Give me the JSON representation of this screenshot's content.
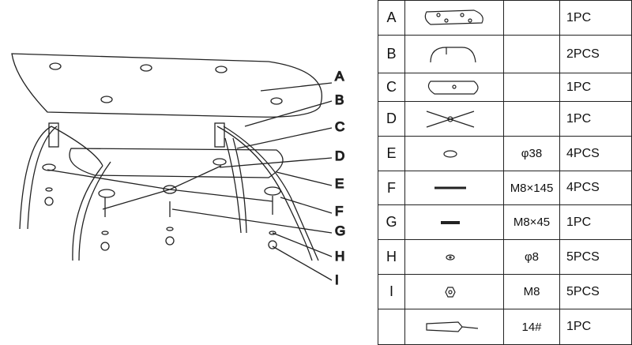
{
  "diagram_labels": [
    "A",
    "B",
    "C",
    "D",
    "E",
    "F",
    "G",
    "H",
    "I"
  ],
  "parts": [
    {
      "letter": "A",
      "spec": "",
      "qty": "1PC",
      "icon": "glass-top-icon"
    },
    {
      "letter": "B",
      "spec": "",
      "qty": "2PCS",
      "icon": "leg-frame-icon"
    },
    {
      "letter": "C",
      "spec": "",
      "qty": "1PC",
      "icon": "lower-glass-icon"
    },
    {
      "letter": "D",
      "spec": "",
      "qty": "1PC",
      "icon": "cross-bracket-icon"
    },
    {
      "letter": "E",
      "spec": "φ38",
      "qty": "4PCS",
      "icon": "rubber-pad-icon"
    },
    {
      "letter": "F",
      "spec": "M8×145",
      "qty": "4PCS",
      "icon": "long-bolt-icon"
    },
    {
      "letter": "G",
      "spec": "M8×45",
      "qty": "1PC",
      "icon": "short-bolt-icon"
    },
    {
      "letter": "H",
      "spec": "φ8",
      "qty": "5PCS",
      "icon": "washer-icon"
    },
    {
      "letter": "I",
      "spec": "M8",
      "qty": "5PCS",
      "icon": "nut-icon"
    },
    {
      "letter": "",
      "spec": "14#",
      "qty": "1PC",
      "icon": "wrench-icon"
    }
  ]
}
